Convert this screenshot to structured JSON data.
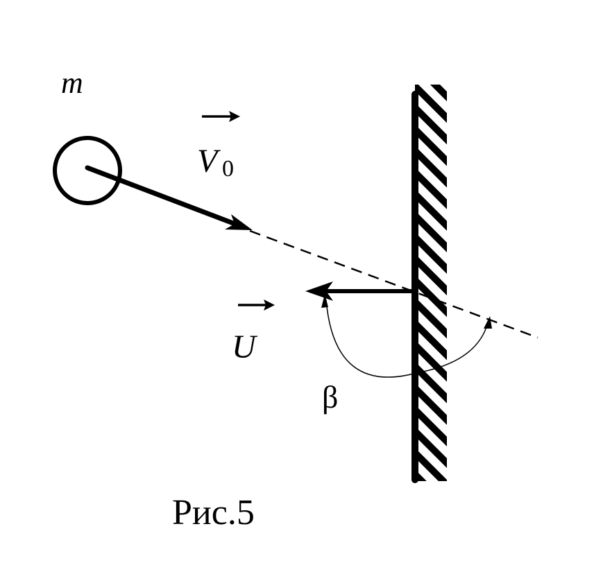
{
  "figure": {
    "mass_label": "m",
    "v0_symbol": "V",
    "v0_subscript": "0",
    "u_symbol": "U",
    "angle_label": "β",
    "caption": "Рис.5"
  },
  "colors": {
    "ink": "#000000",
    "background": "#ffffff"
  }
}
